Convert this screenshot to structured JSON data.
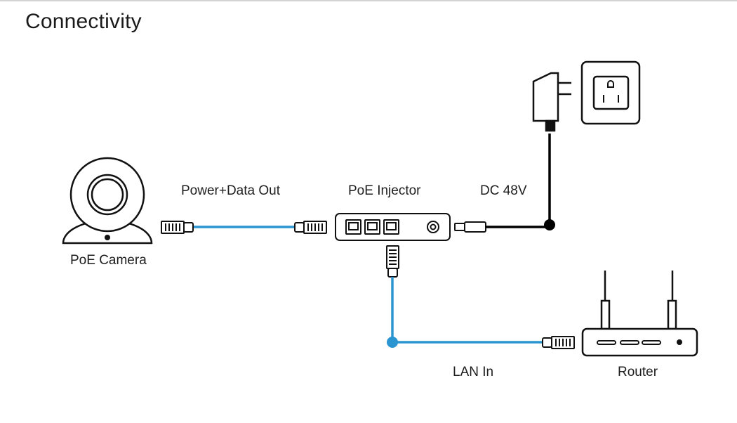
{
  "page": {
    "title": "Connectivity"
  },
  "labels": {
    "camera": "PoE Camera",
    "power_data_out": "Power+Data Out",
    "injector": "PoE Injector",
    "dc": "DC 48V",
    "lan_in": "LAN In",
    "router": "Router"
  },
  "colors": {
    "cable": "#2b95d1",
    "line": "#000000",
    "accent": "#2b95d1"
  },
  "icons": [
    "poe-camera-icon",
    "ethernet-connector-icon",
    "poe-injector-icon",
    "power-adapter-icon",
    "wall-outlet-icon",
    "router-icon",
    "dc-plug-icon"
  ]
}
